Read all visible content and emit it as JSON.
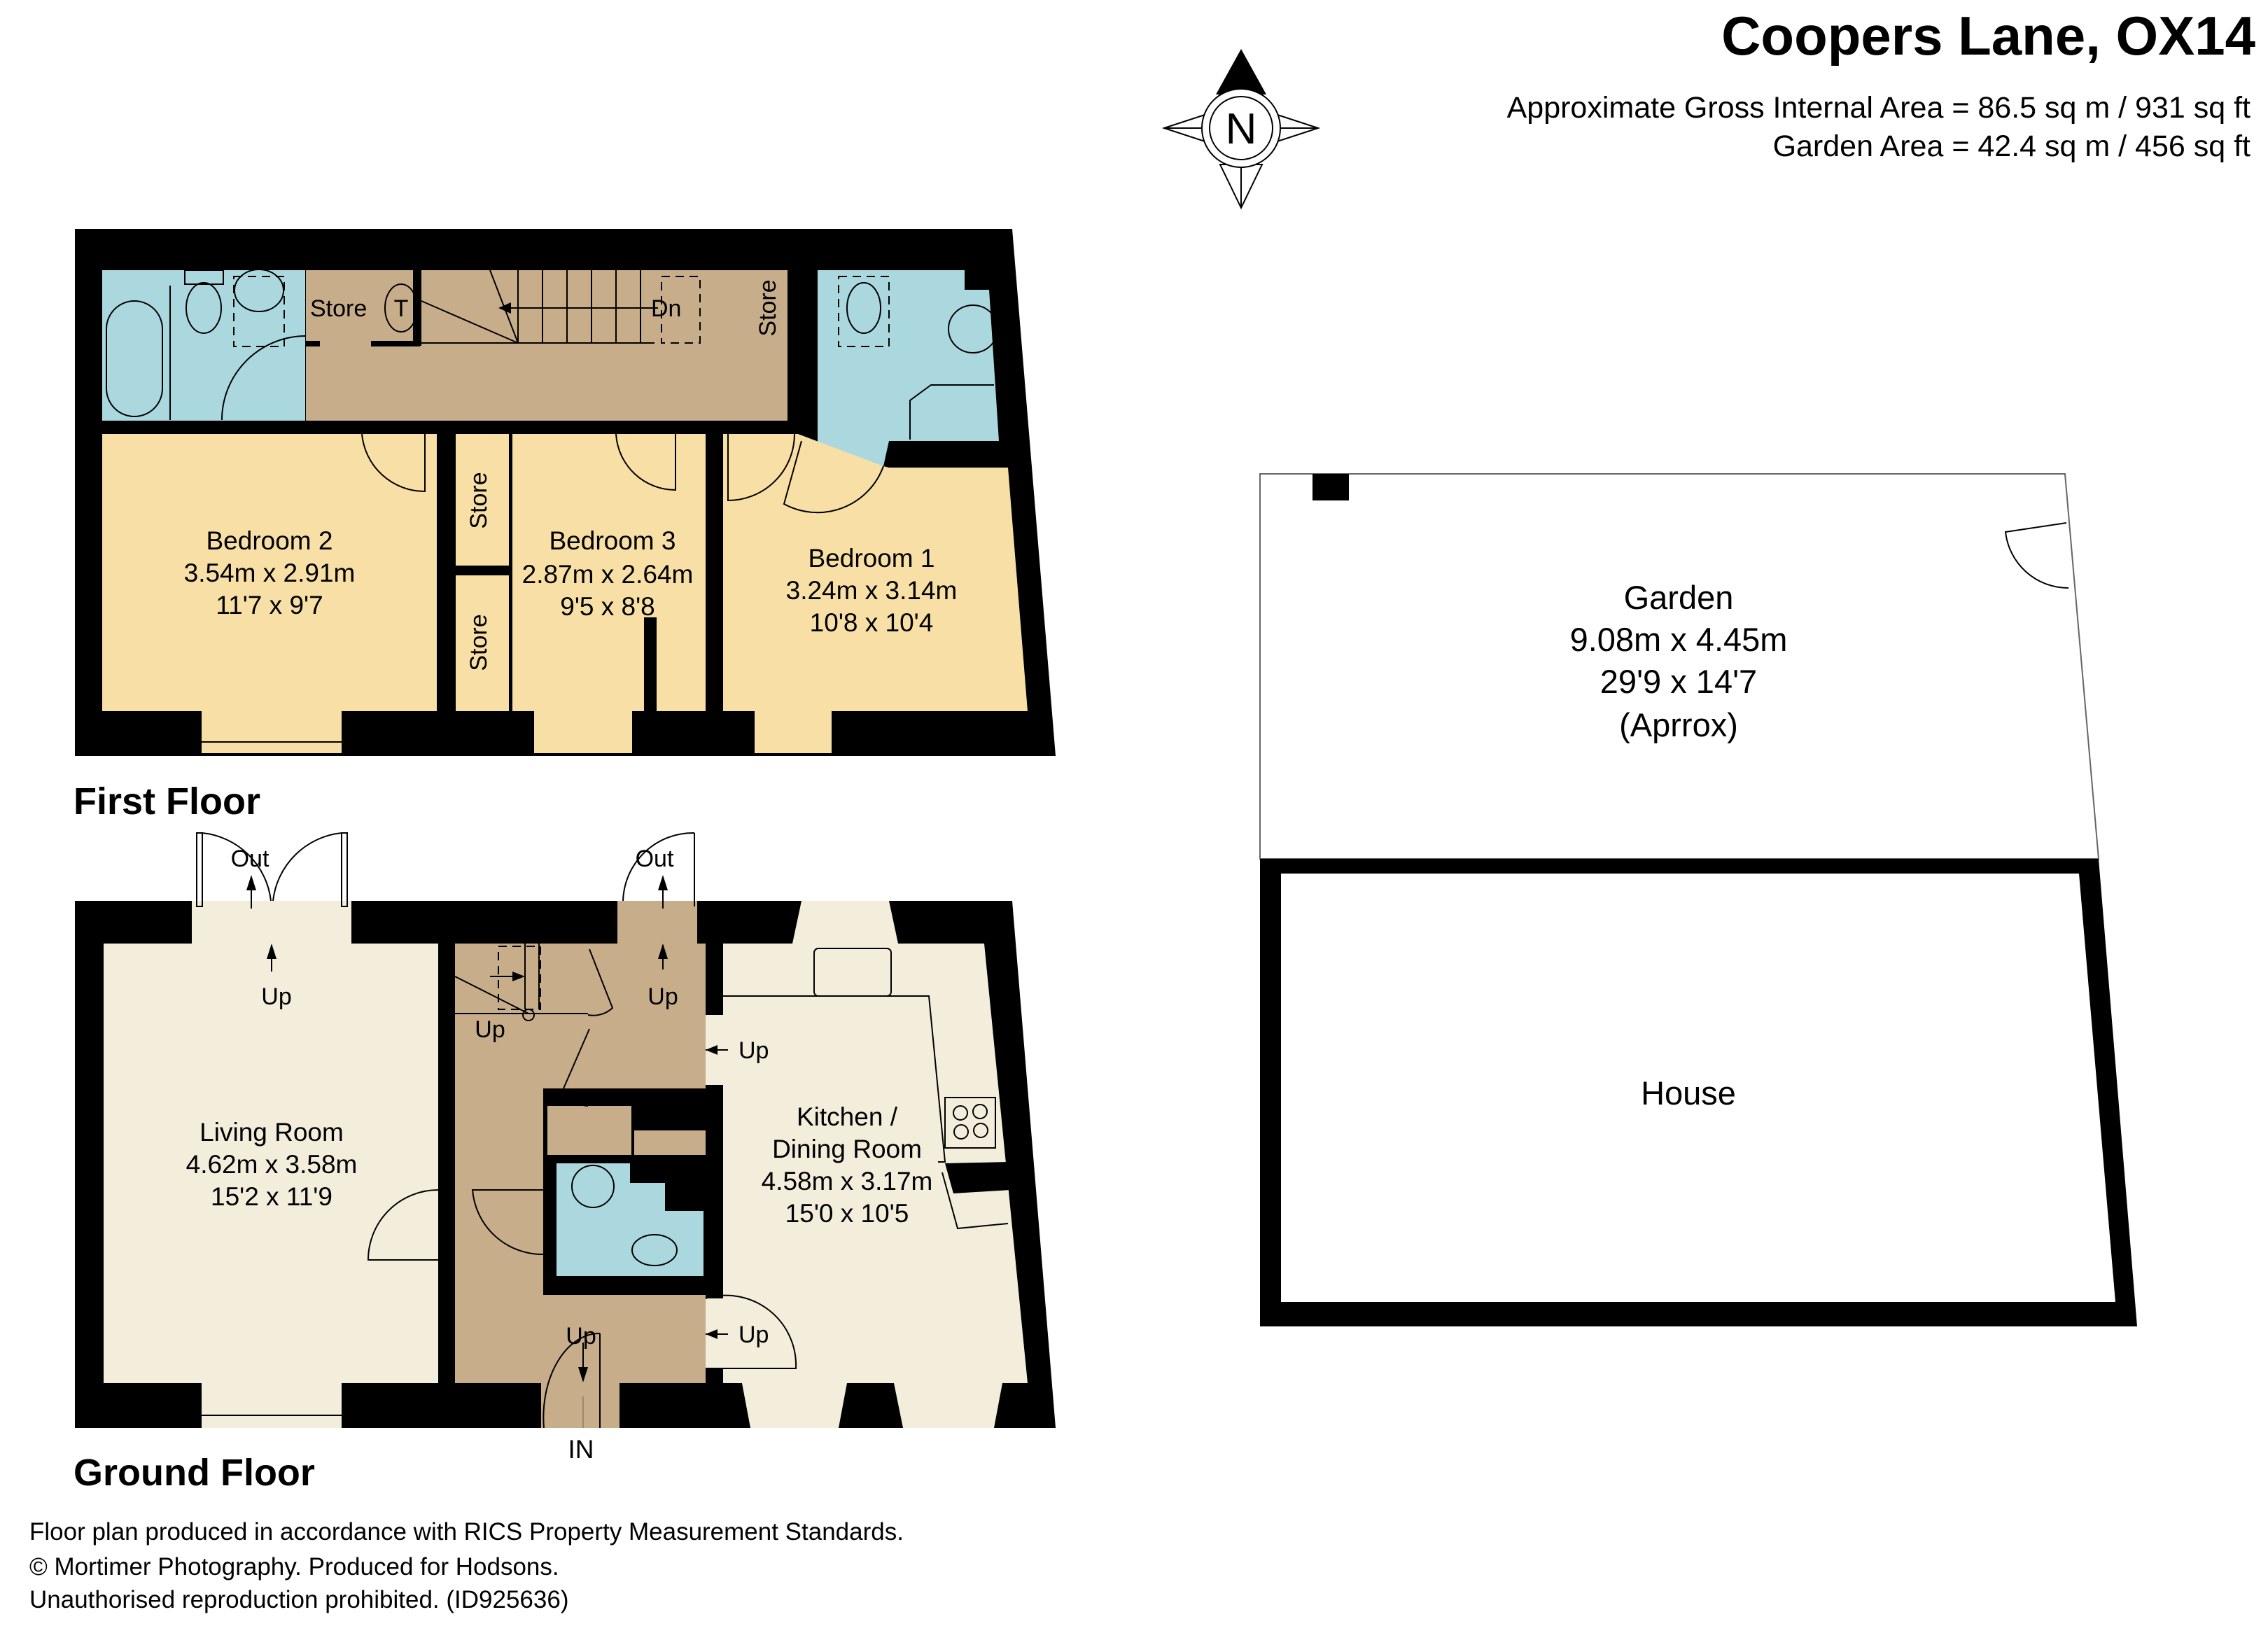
{
  "header": {
    "title": "Coopers Lane, OX14",
    "gross_area": "Approximate Gross Internal Area = 86.5 sq m / 931 sq ft",
    "garden_area": "Garden Area = 42.4 sq m / 456 sq ft"
  },
  "compass": {
    "label": "N",
    "icon": "north-compass-icon"
  },
  "colors": {
    "wall": "#000000",
    "bedroom": "#f7dfa6",
    "bathroom": "#abd8df",
    "hall": "#c8ad8a",
    "living": "#f3eedb",
    "background": "#ffffff"
  },
  "first_floor": {
    "label": "First Floor",
    "store_t": "Store",
    "tank": "T",
    "stairs_dn": "Dn",
    "store_landing": "Store",
    "store_upper": "Store",
    "store_lower": "Store",
    "bedroom2": {
      "name": "Bedroom 2",
      "metric": "3.54m x 2.91m",
      "imperial": "11'7 x 9'7"
    },
    "bedroom3": {
      "name": "Bedroom 3",
      "metric": "2.87m x 2.64m",
      "imperial": "9'5 x 8'8"
    },
    "bedroom1": {
      "name": "Bedroom 1",
      "metric": "3.24m x 3.14m",
      "imperial": "10'8 x 10'4"
    }
  },
  "ground_floor": {
    "label": "Ground Floor",
    "out_left": "Out",
    "out_right": "Out",
    "up_living_top": "Up",
    "up_stairs": "Up",
    "up_hall_top": "Up",
    "up_kitchen": "Up",
    "up_hall_bottom": "Up",
    "up_kitchen_bottom": "Up",
    "entrance": "IN",
    "living": {
      "name": "Living Room",
      "metric": "4.62m x 3.58m",
      "imperial": "15'2 x 11'9"
    },
    "kitchen": {
      "name_line1": "Kitchen /",
      "name_line2": "Dining Room",
      "metric": "4.58m x 3.17m",
      "imperial": "15'0 x 10'5"
    }
  },
  "site": {
    "garden": {
      "name": "Garden",
      "metric": "9.08m x 4.45m",
      "imperial": "29'9 x 14'7",
      "note": "(Aprrox)"
    },
    "house": "House"
  },
  "footer": {
    "line1": "Floor plan produced in accordance with RICS Property Measurement Standards.",
    "line2": "© Mortimer Photography. Produced for Hodsons.",
    "line3": "Unauthorised reproduction prohibited. (ID925636)"
  }
}
